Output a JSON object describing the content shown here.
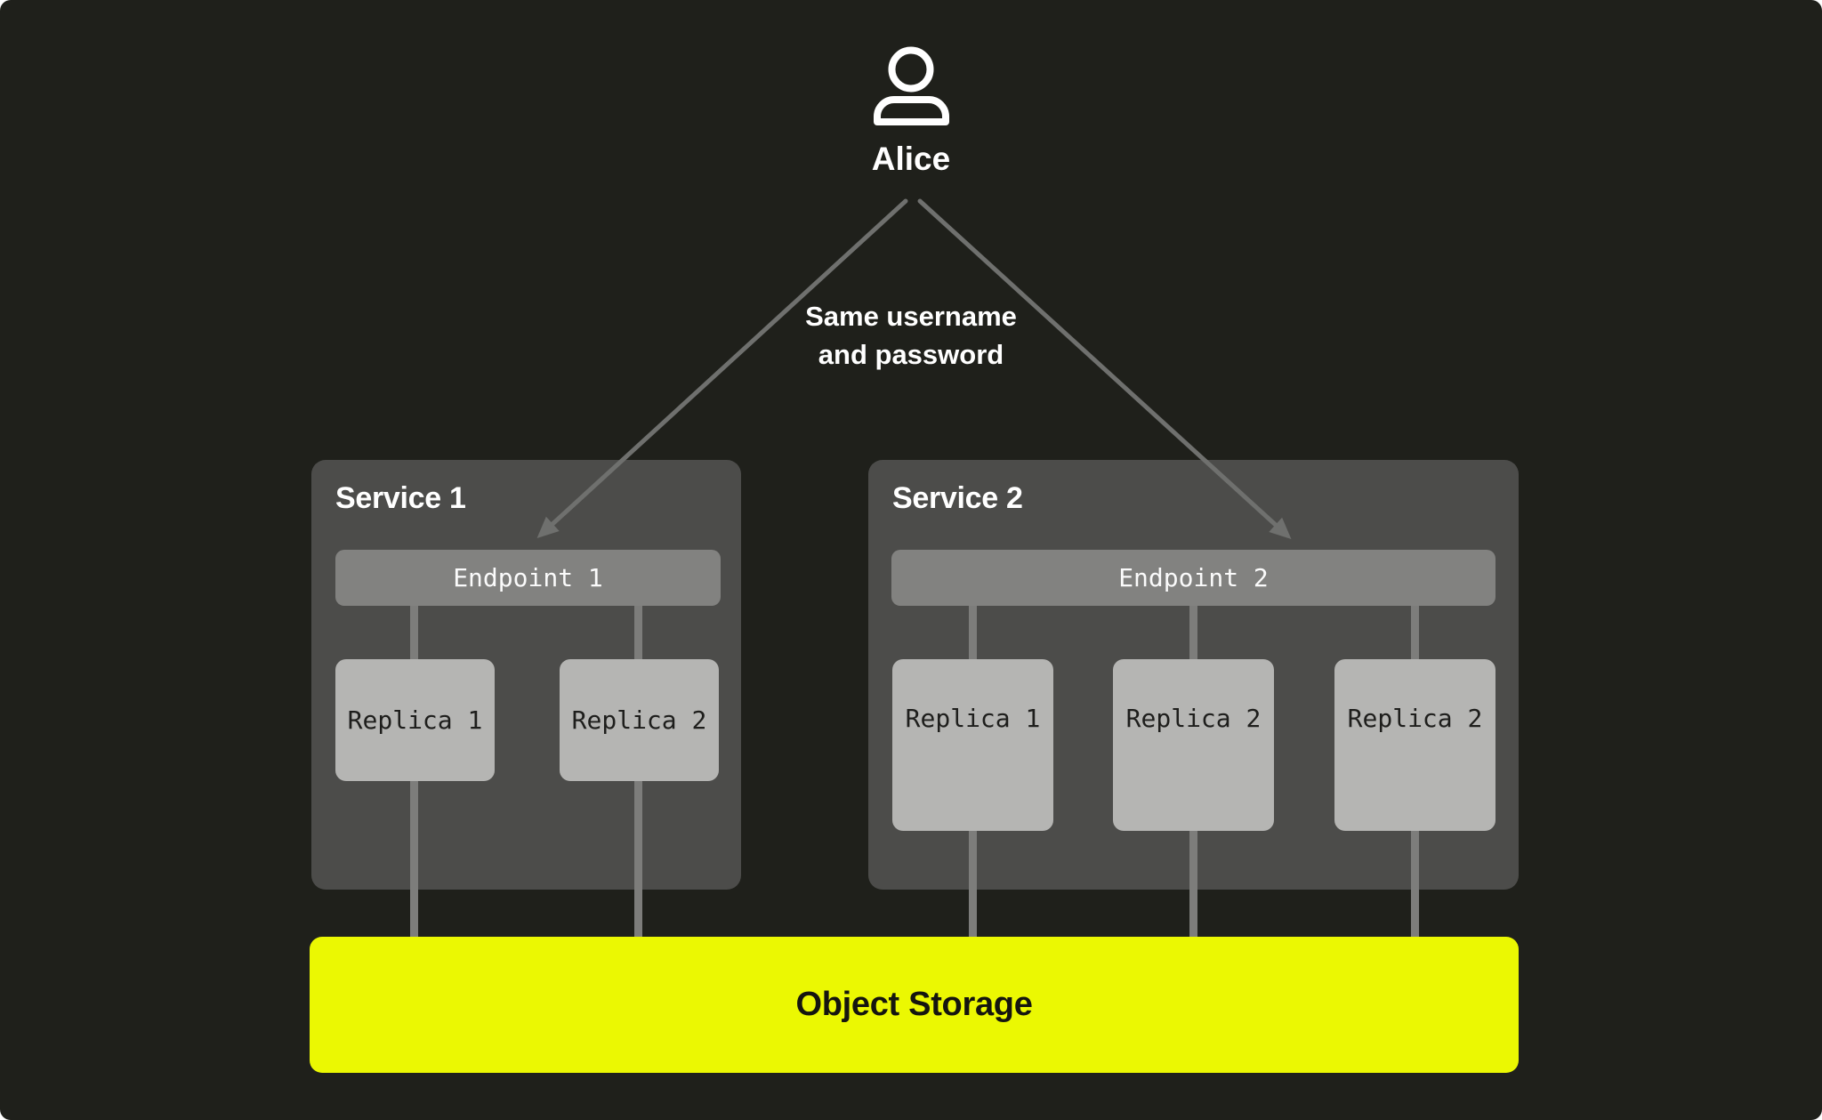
{
  "diagram": {
    "user": {
      "name": "Alice",
      "icon": "person-icon"
    },
    "connection_label": {
      "line1": "Same username",
      "line2": "and password"
    },
    "services": [
      {
        "title": "Service 1",
        "endpoint": {
          "label": "Endpoint 1"
        },
        "replicas": [
          {
            "label": "Replica 1"
          },
          {
            "label": "Replica 2"
          }
        ]
      },
      {
        "title": "Service 2",
        "endpoint": {
          "label": "Endpoint 2"
        },
        "replicas": [
          {
            "label": "Replica 1"
          },
          {
            "label": "Replica 2"
          },
          {
            "label": "Replica 2"
          }
        ]
      }
    ],
    "storage": {
      "label": "Object Storage"
    }
  },
  "colors": {
    "background": "#1f201b",
    "service_box": "#4c4c4a",
    "endpoint_bar": "#828280",
    "replica_box": "#b5b5b3",
    "storage_bar": "#ebf802",
    "connector_line": "#7d7d7b",
    "arrow": "#6f706e",
    "text_light": "#ffffff",
    "text_dark": "#1e1e1c"
  }
}
